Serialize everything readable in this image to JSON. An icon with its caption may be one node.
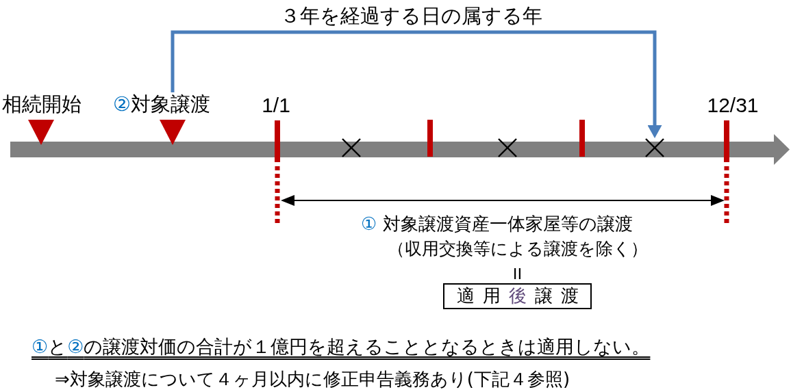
{
  "diagram": {
    "nodes": [
      {
        "text": [
          "②対象譲渡"
        ]
      },
      {
        "text": [],
        "shape": "cross"
      },
      {
        "text": [],
        "shape": "cross"
      },
      {
        "text": [],
        "shape": "cross"
      },
      {
        "text": [
          "適用後譲渡"
        ]
      }
    ],
    "edges": [
      {
        "from": 0,
        "to": 3,
        "arrow": "to",
        "label": "３年を経過する日の属する年"
      }
    ],
    "labels": [
      "相続開始",
      "1/1",
      "12/31",
      "① 対象譲渡資産一体家屋等の譲渡",
      "（収用交換等による譲渡を除く）",
      "①と②の譲渡対価の合計が１億円を超えることとなるときは適用しない。",
      "⇒対象譲渡について４ヶ月以内に修正申告義務あり(下記４参照)"
    ]
  }
}
